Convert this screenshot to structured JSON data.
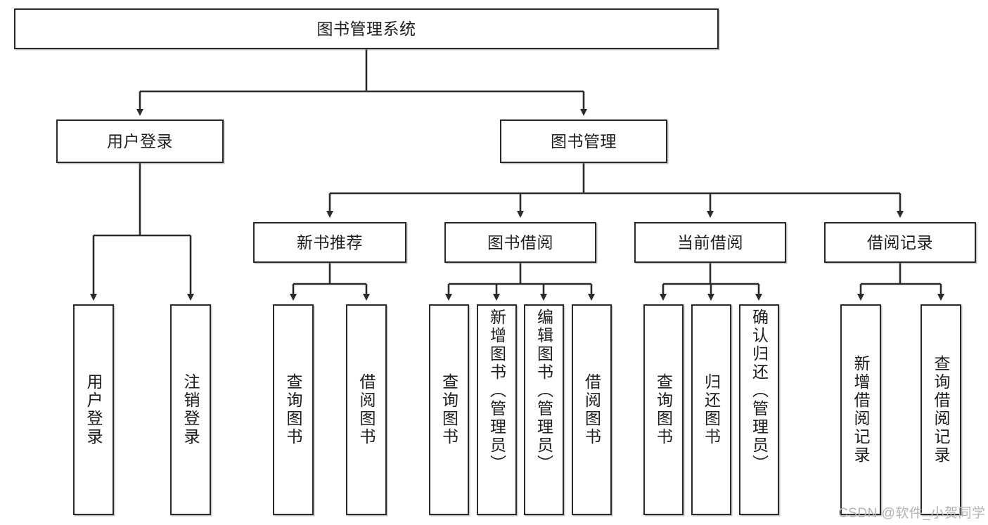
{
  "diagram": {
    "type": "tree-hierarchy-flowchart",
    "title": "图书管理系统",
    "watermark": "CSDN @软件_小贺同学",
    "colors": {
      "box_border": "#2b2b2b",
      "box_fill": "#ffffff",
      "connector": "#2b2b2b",
      "text": "#1d1d1d",
      "watermark": "#b4b4b4"
    },
    "levels": {
      "root": {
        "label": "图书管理系统"
      },
      "level1": [
        {
          "label": "用户登录"
        },
        {
          "label": "图书管理"
        }
      ],
      "level2": [
        {
          "label": "新书推荐"
        },
        {
          "label": "图书借阅"
        },
        {
          "label": "当前借阅"
        },
        {
          "label": "借阅记录"
        }
      ],
      "leaves": {
        "user_login": [
          {
            "label": "用户登录"
          },
          {
            "label": "注销登录"
          }
        ],
        "new_book_recommend": [
          {
            "label": "查询图书"
          },
          {
            "label": "借阅图书"
          }
        ],
        "book_borrow": [
          {
            "label": "查询图书"
          },
          {
            "label": "新增图书（管理员）"
          },
          {
            "label": "编辑图书（管理员）"
          },
          {
            "label": "借阅图书"
          }
        ],
        "current_borrow": [
          {
            "label": "查询图书"
          },
          {
            "label": "归还图书"
          },
          {
            "label": "确认归还（管理员）"
          }
        ],
        "borrow_record": [
          {
            "label": "新增借阅记录"
          },
          {
            "label": "查询借阅记录"
          }
        ]
      }
    }
  }
}
